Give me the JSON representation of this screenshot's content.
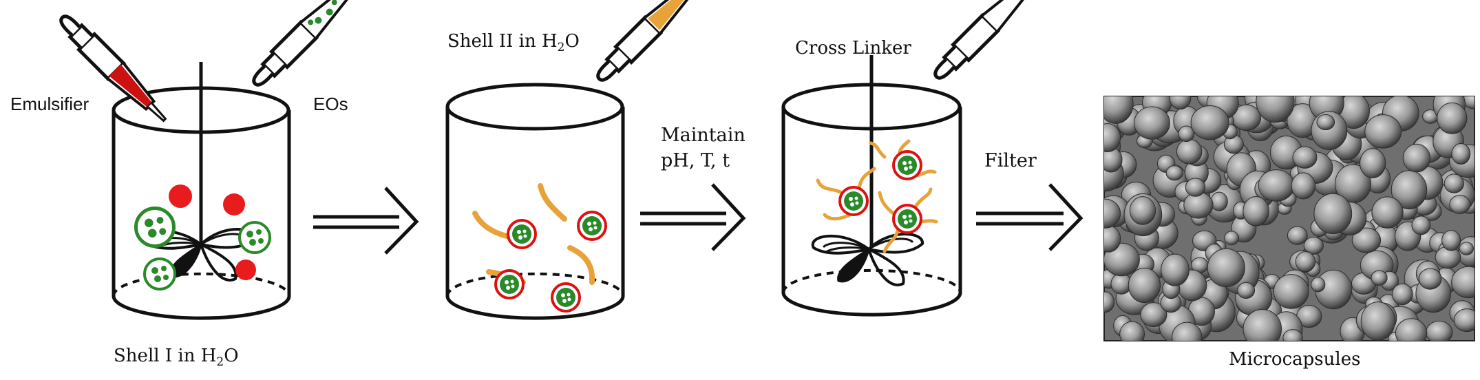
{
  "labels": {
    "emulsifier": "Emulsifier",
    "eos": "EOs",
    "shell1": "Shell I in H",
    "shell1_sub": "2",
    "shell1_tail": "O",
    "shell2": "Shell II in H",
    "shell2_sub": "2",
    "shell2_tail": "O",
    "cross_linker": "Cross Linker",
    "maintain_line1": "Maintain",
    "maintain_line2": "pH, T, t",
    "filter": "Filter",
    "microcapsules": "Microcapsules"
  },
  "colors": {
    "ink": "#111111",
    "emulsifier_red": "#cc1111",
    "red_drop": "#e81c1c",
    "eo_green": "#2a8a2a",
    "shell_orange": "#e7a23a",
    "sem_bg": "#6f6f6f"
  },
  "icons": {
    "dropper_emulsifier": "dropper-icon",
    "dropper_eos": "dropper-icon",
    "dropper_shell2": "dropper-icon",
    "dropper_crosslinker": "dropper-icon"
  }
}
